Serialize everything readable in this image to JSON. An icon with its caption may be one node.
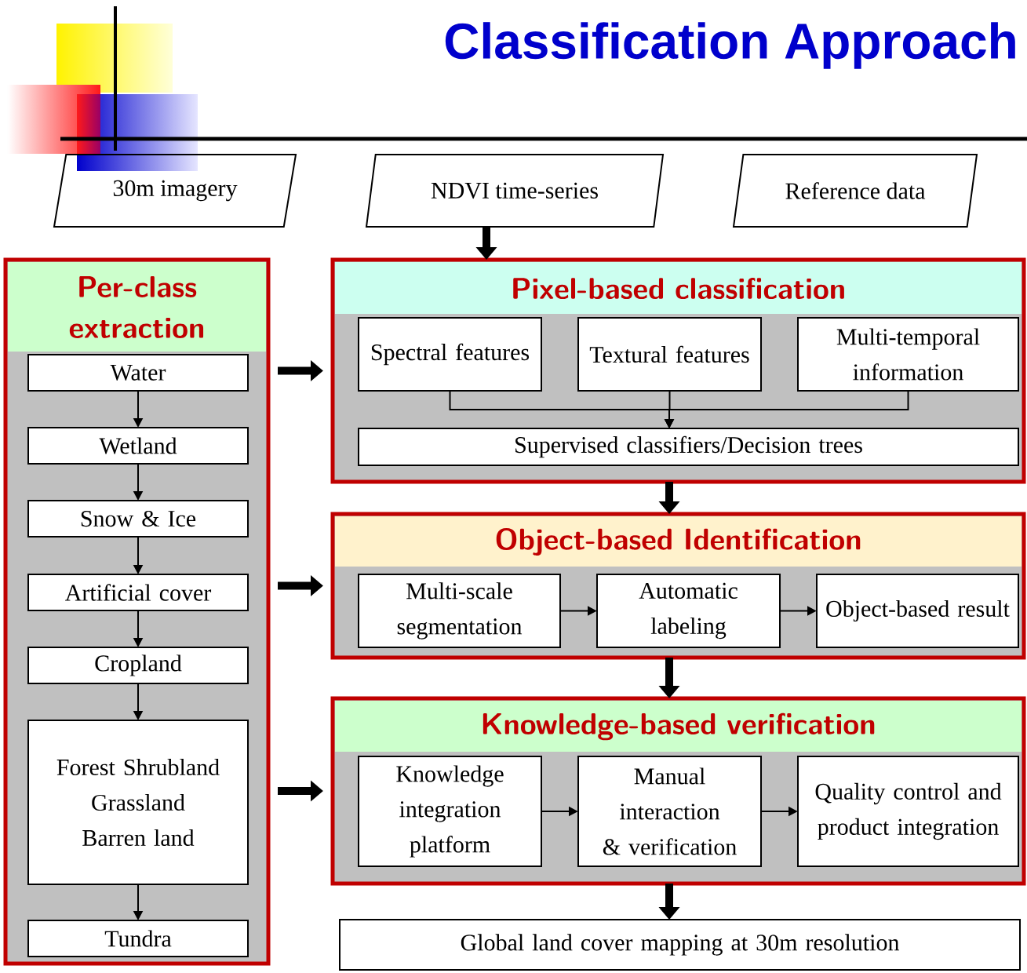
{
  "diagram": {
    "title": "Classification Approach",
    "nodes": [
      {
        "text": [
          "30m imagery"
        ]
      },
      {
        "text": [
          "NDVI time-series"
        ]
      },
      {
        "text": [
          "Reference data"
        ]
      },
      {
        "text": [
          "Per-class extraction"
        ]
      },
      {
        "text": [
          "Water"
        ],
        "in": 3
      },
      {
        "text": [
          "Wetland"
        ],
        "in": 3
      },
      {
        "text": [
          "Snow & Ice"
        ],
        "in": 3
      },
      {
        "text": [
          "Artificial cover"
        ],
        "in": 3
      },
      {
        "text": [
          "Cropland"
        ],
        "in": 3
      },
      {
        "text": [
          "Forest Shrubland Grassland Barren land"
        ],
        "in": 3
      },
      {
        "text": [
          "Tundra"
        ],
        "in": 3
      },
      {
        "text": [
          "Pixel-based classification"
        ]
      },
      {
        "text": [
          "Spectral features"
        ],
        "in": 11
      },
      {
        "text": [
          "Textural features"
        ],
        "in": 11
      },
      {
        "text": [
          "Multi-temporal information"
        ],
        "in": 11
      },
      {
        "text": [
          "Supervised classifiers/Decision trees"
        ],
        "in": 11
      },
      {
        "text": [
          "Object-based Identification"
        ]
      },
      {
        "text": [
          "Multi-scale segmentation"
        ],
        "in": 16
      },
      {
        "text": [
          "Automatic labeling"
        ],
        "in": 16
      },
      {
        "text": [
          "Object-based result"
        ],
        "in": 16
      },
      {
        "text": [
          "Knowledge-based verification"
        ]
      },
      {
        "text": [
          "Knowledge integration platform"
        ],
        "in": 20
      },
      {
        "text": [
          "Manual interaction & verification"
        ],
        "in": 20
      },
      {
        "text": [
          "Quality control and product integration"
        ],
        "in": 20
      },
      {
        "text": [
          "Global land cover mapping at 30m resolution"
        ]
      }
    ],
    "edges": [
      {
        "from": 4,
        "to": 5,
        "arrow": "to"
      },
      {
        "from": 5,
        "to": 6,
        "arrow": "to"
      },
      {
        "from": 6,
        "to": 7,
        "arrow": "to"
      },
      {
        "from": 7,
        "to": 8,
        "arrow": "to"
      },
      {
        "from": 8,
        "to": 9,
        "arrow": "to"
      },
      {
        "from": 9,
        "to": 10,
        "arrow": "to"
      },
      {
        "from": 1,
        "to": 11,
        "arrow": "to",
        "style": "thick"
      },
      {
        "from": 3,
        "to": 11,
        "arrow": "to",
        "style": "thick"
      },
      {
        "from": 12,
        "to": 15,
        "arrow": "to"
      },
      {
        "from": 13,
        "to": 15,
        "arrow": "to"
      },
      {
        "from": 14,
        "to": 15,
        "arrow": "to"
      },
      {
        "from": 11,
        "to": 16,
        "arrow": "to",
        "style": "thick"
      },
      {
        "from": 3,
        "to": 16,
        "arrow": "to",
        "style": "thick"
      },
      {
        "from": 17,
        "to": 18,
        "arrow": "to"
      },
      {
        "from": 18,
        "to": 19,
        "arrow": "to"
      },
      {
        "from": 16,
        "to": 20,
        "arrow": "to",
        "style": "thick"
      },
      {
        "from": 3,
        "to": 20,
        "arrow": "to",
        "style": "thick"
      },
      {
        "from": 21,
        "to": 22,
        "arrow": "to"
      },
      {
        "from": 22,
        "to": 23,
        "arrow": "to"
      },
      {
        "from": 20,
        "to": 24,
        "arrow": "to",
        "style": "thick"
      }
    ]
  }
}
